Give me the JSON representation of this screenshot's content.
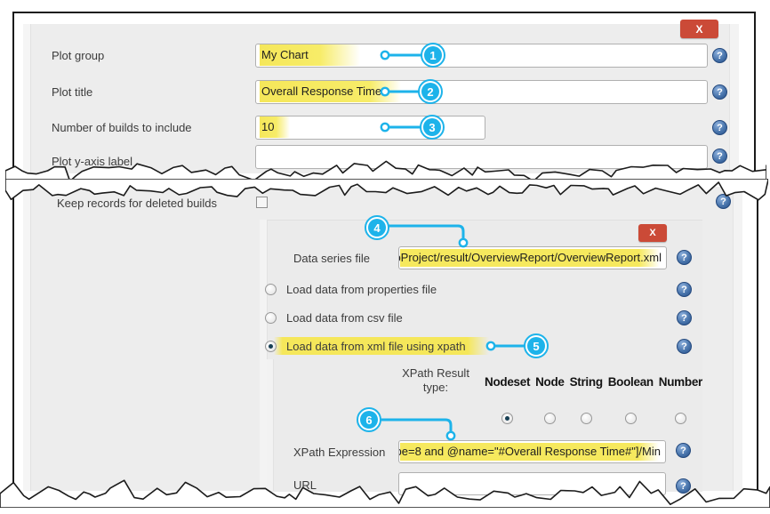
{
  "help_glyph": "?",
  "colors": {
    "callout_accent": "#1db3ea",
    "highlight_yellow": "#f5e75a",
    "close_button_red": "#cb4a37",
    "help_icon_blue": "#3c6ba5"
  },
  "top_panel": {
    "close_label": "X",
    "fields": [
      {
        "label": "Plot group",
        "value": "My Chart",
        "highlighted": true
      },
      {
        "label": "Plot title",
        "value": "Overall Response Time",
        "highlighted": true
      },
      {
        "label": "Number of builds to include",
        "value": "10",
        "highlighted": true
      },
      {
        "label": "Plot y-axis label",
        "value": "",
        "highlighted": false
      }
    ]
  },
  "bottom_panel": {
    "keep_records_label": "Keep records for deleted builds",
    "keep_records_checked": false,
    "series_block": {
      "close_label": "X",
      "data_series_file_label": "Data series file",
      "data_series_file_value": "pProject/result/OverviewReport/OverviewReport.xml",
      "load_options": [
        {
          "label": "Load data from properties file",
          "selected": false
        },
        {
          "label": "Load data from csv file",
          "selected": false
        },
        {
          "label": "Load data from xml file using xpath",
          "selected": true,
          "highlighted": true
        }
      ],
      "xpath_result_type": {
        "label_line1": "XPath Result",
        "label_line2": "type:",
        "options": [
          "Nodeset",
          "Node",
          "String",
          "Boolean",
          "Number"
        ],
        "selected": "Nodeset"
      },
      "xpath_expression_label": "XPath Expression",
      "xpath_expression_value": "pe=8 and @name=\"#Overall Response Time#\"]/Min",
      "url_label": "URL"
    }
  },
  "callouts": [
    {
      "number": "1"
    },
    {
      "number": "2"
    },
    {
      "number": "3"
    },
    {
      "number": "4"
    },
    {
      "number": "5"
    },
    {
      "number": "6"
    }
  ]
}
